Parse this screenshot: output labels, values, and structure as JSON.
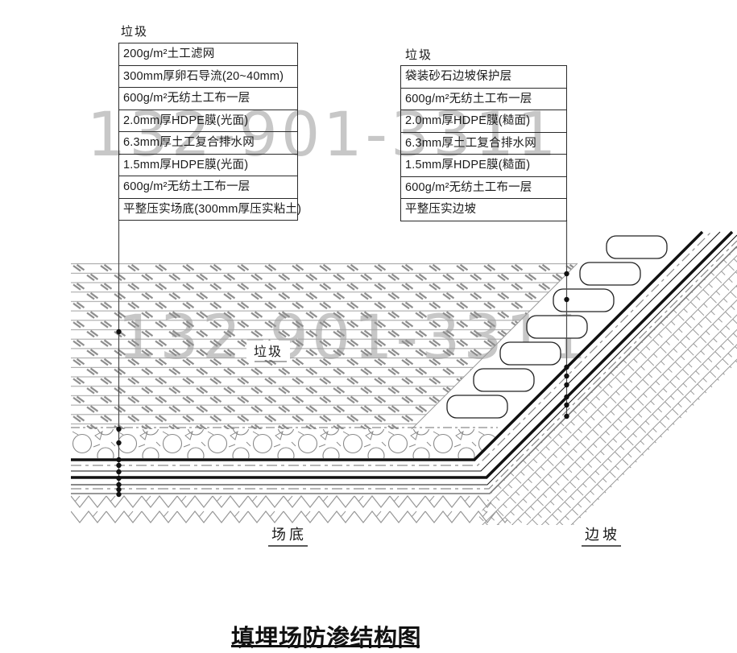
{
  "watermark": {
    "text": "132-901-3311",
    "color": "#c7c7c7"
  },
  "left_table": {
    "top_label": "垃圾",
    "rows": [
      "200g/m²土工滤网",
      "300mm厚卵石导流(20~40mm)",
      "600g/m²无纺土工布一层",
      "2.0mm厚HDPE膜(光面)",
      "6.3mm厚土工复合排水网",
      "1.5mm厚HDPE膜(光面)",
      "600g/m²无纺土工布一层",
      "平整压实场底(300mm厚压实粘土)"
    ]
  },
  "right_table": {
    "top_label": "垃圾",
    "rows": [
      "袋装砂石边坡保护层",
      "600g/m²无纺土工布一层",
      "2.0mm厚HDPE膜(糙面)",
      "6.3mm厚土工复合排水网",
      "1.5mm厚HDPE膜(糙面)",
      "600g/m²无纺土工布一层",
      "平整压实边坡"
    ]
  },
  "section": {
    "waste_label": "垃圾",
    "bottom_label": "场底",
    "slope_label": "边坡"
  },
  "title": {
    "text": "填埋场防渗结构图"
  },
  "colors": {
    "line": "#1a1a1a",
    "hatch": "#8f8f8f",
    "watermark": "#c7c7c7"
  }
}
